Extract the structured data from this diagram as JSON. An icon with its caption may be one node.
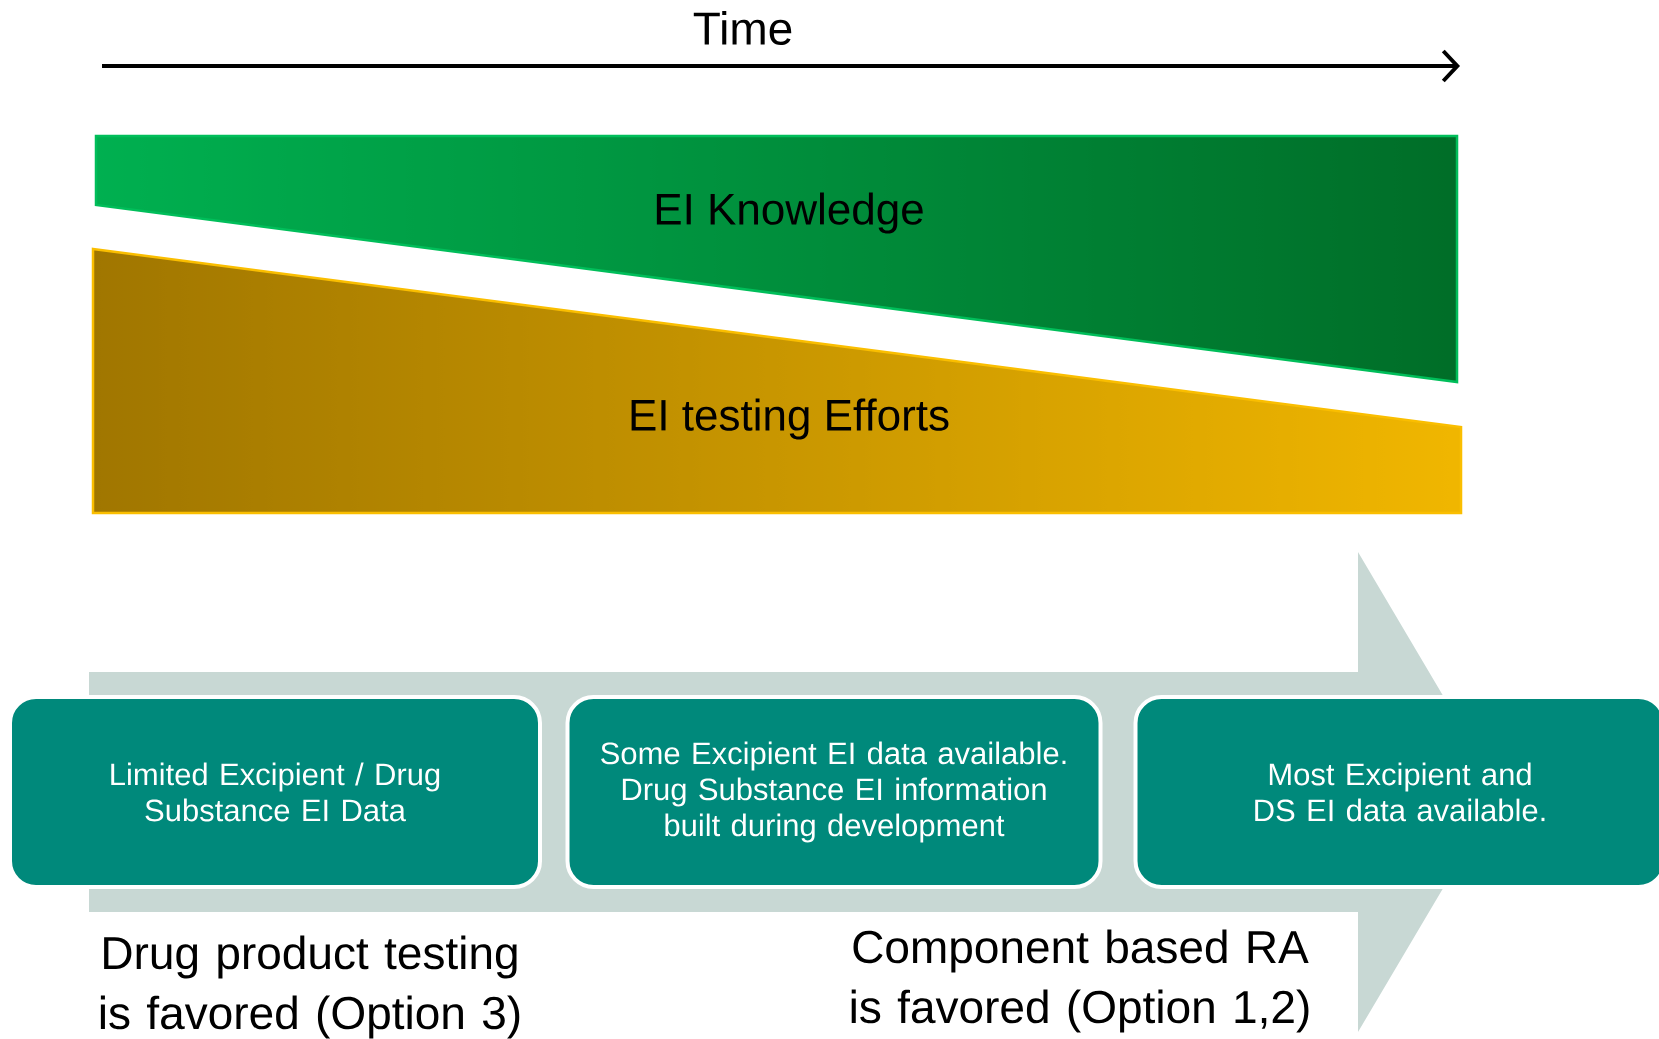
{
  "diagram": {
    "nodes": [
      {
        "text": [
          "EI Knowledge"
        ]
      },
      {
        "text": [
          "EI testing Efforts"
        ]
      },
      {
        "text": [
          "Limited Excipient / Drug Substance EI Data"
        ]
      },
      {
        "text": [
          "Some Excipient EI data available. Drug Substance EI information built during development"
        ]
      },
      {
        "text": [
          "Most Excipient and DS EI data available."
        ]
      }
    ],
    "labels": [
      "Time",
      "Drug product testing is favored (Option 3)",
      "Component based RA is favored (Option 1,2)"
    ]
  }
}
